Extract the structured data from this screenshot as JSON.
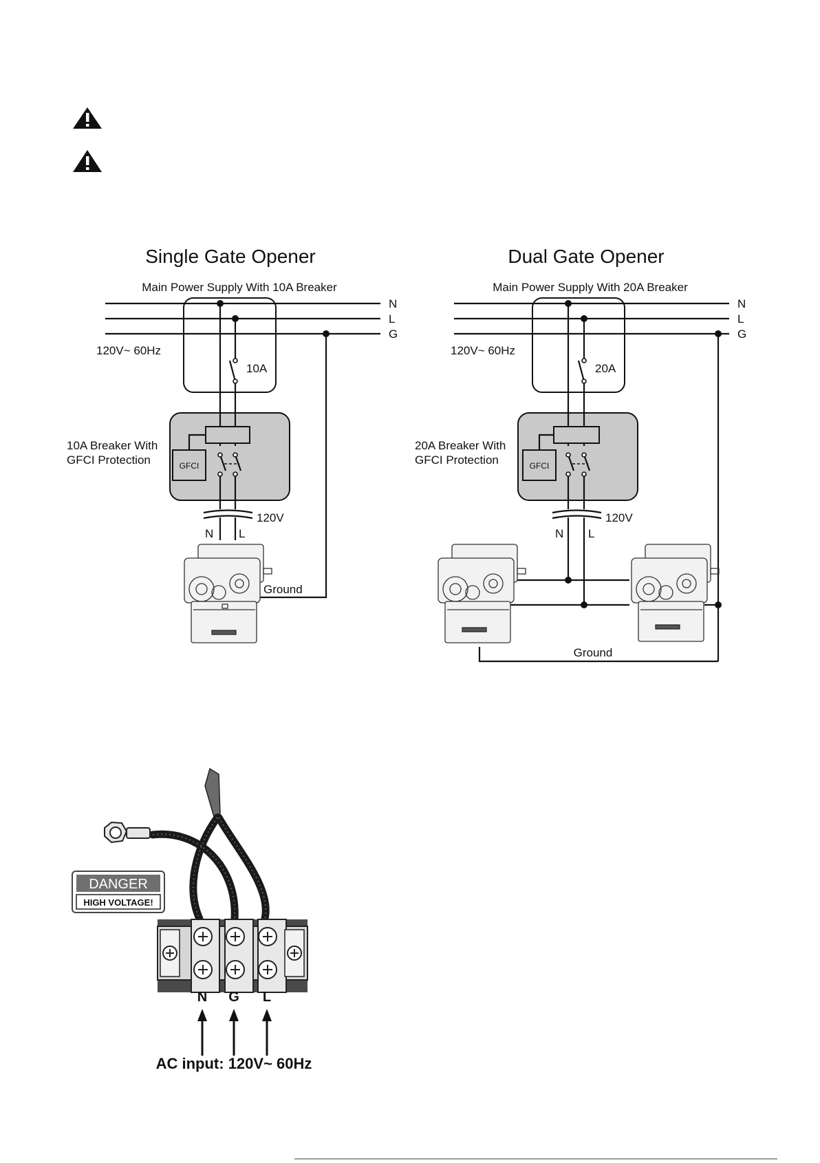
{
  "single": {
    "title": "Single Gate Opener",
    "supply": "Main Power Supply With 10A Breaker",
    "n": "N",
    "l": "L",
    "g": "G",
    "voltage": "120V~ 60Hz",
    "breaker_rating": "10A",
    "gfci_label_1": "10A Breaker With",
    "gfci_label_2": "GFCI Protection",
    "gfci": "GFCI",
    "out_v": "120V",
    "out_n": "N",
    "out_l": "L",
    "ground": "Ground"
  },
  "dual": {
    "title": "Dual Gate Opener",
    "supply": "Main Power Supply With 20A Breaker",
    "n": "N",
    "l": "L",
    "g": "G",
    "voltage": "120V~ 60Hz",
    "breaker_rating": "20A",
    "gfci_label_1": "20A Breaker With",
    "gfci_label_2": "GFCI Protection",
    "gfci": "GFCI",
    "out_v": "120V",
    "out_n": "N",
    "out_l": "L",
    "ground": "Ground"
  },
  "terminal": {
    "danger": "DANGER",
    "high_voltage": "HIGH VOLTAGE!",
    "t1": "N",
    "t2": "G",
    "t3": "L",
    "ac_input": "AC input: 120V~ 60Hz"
  }
}
